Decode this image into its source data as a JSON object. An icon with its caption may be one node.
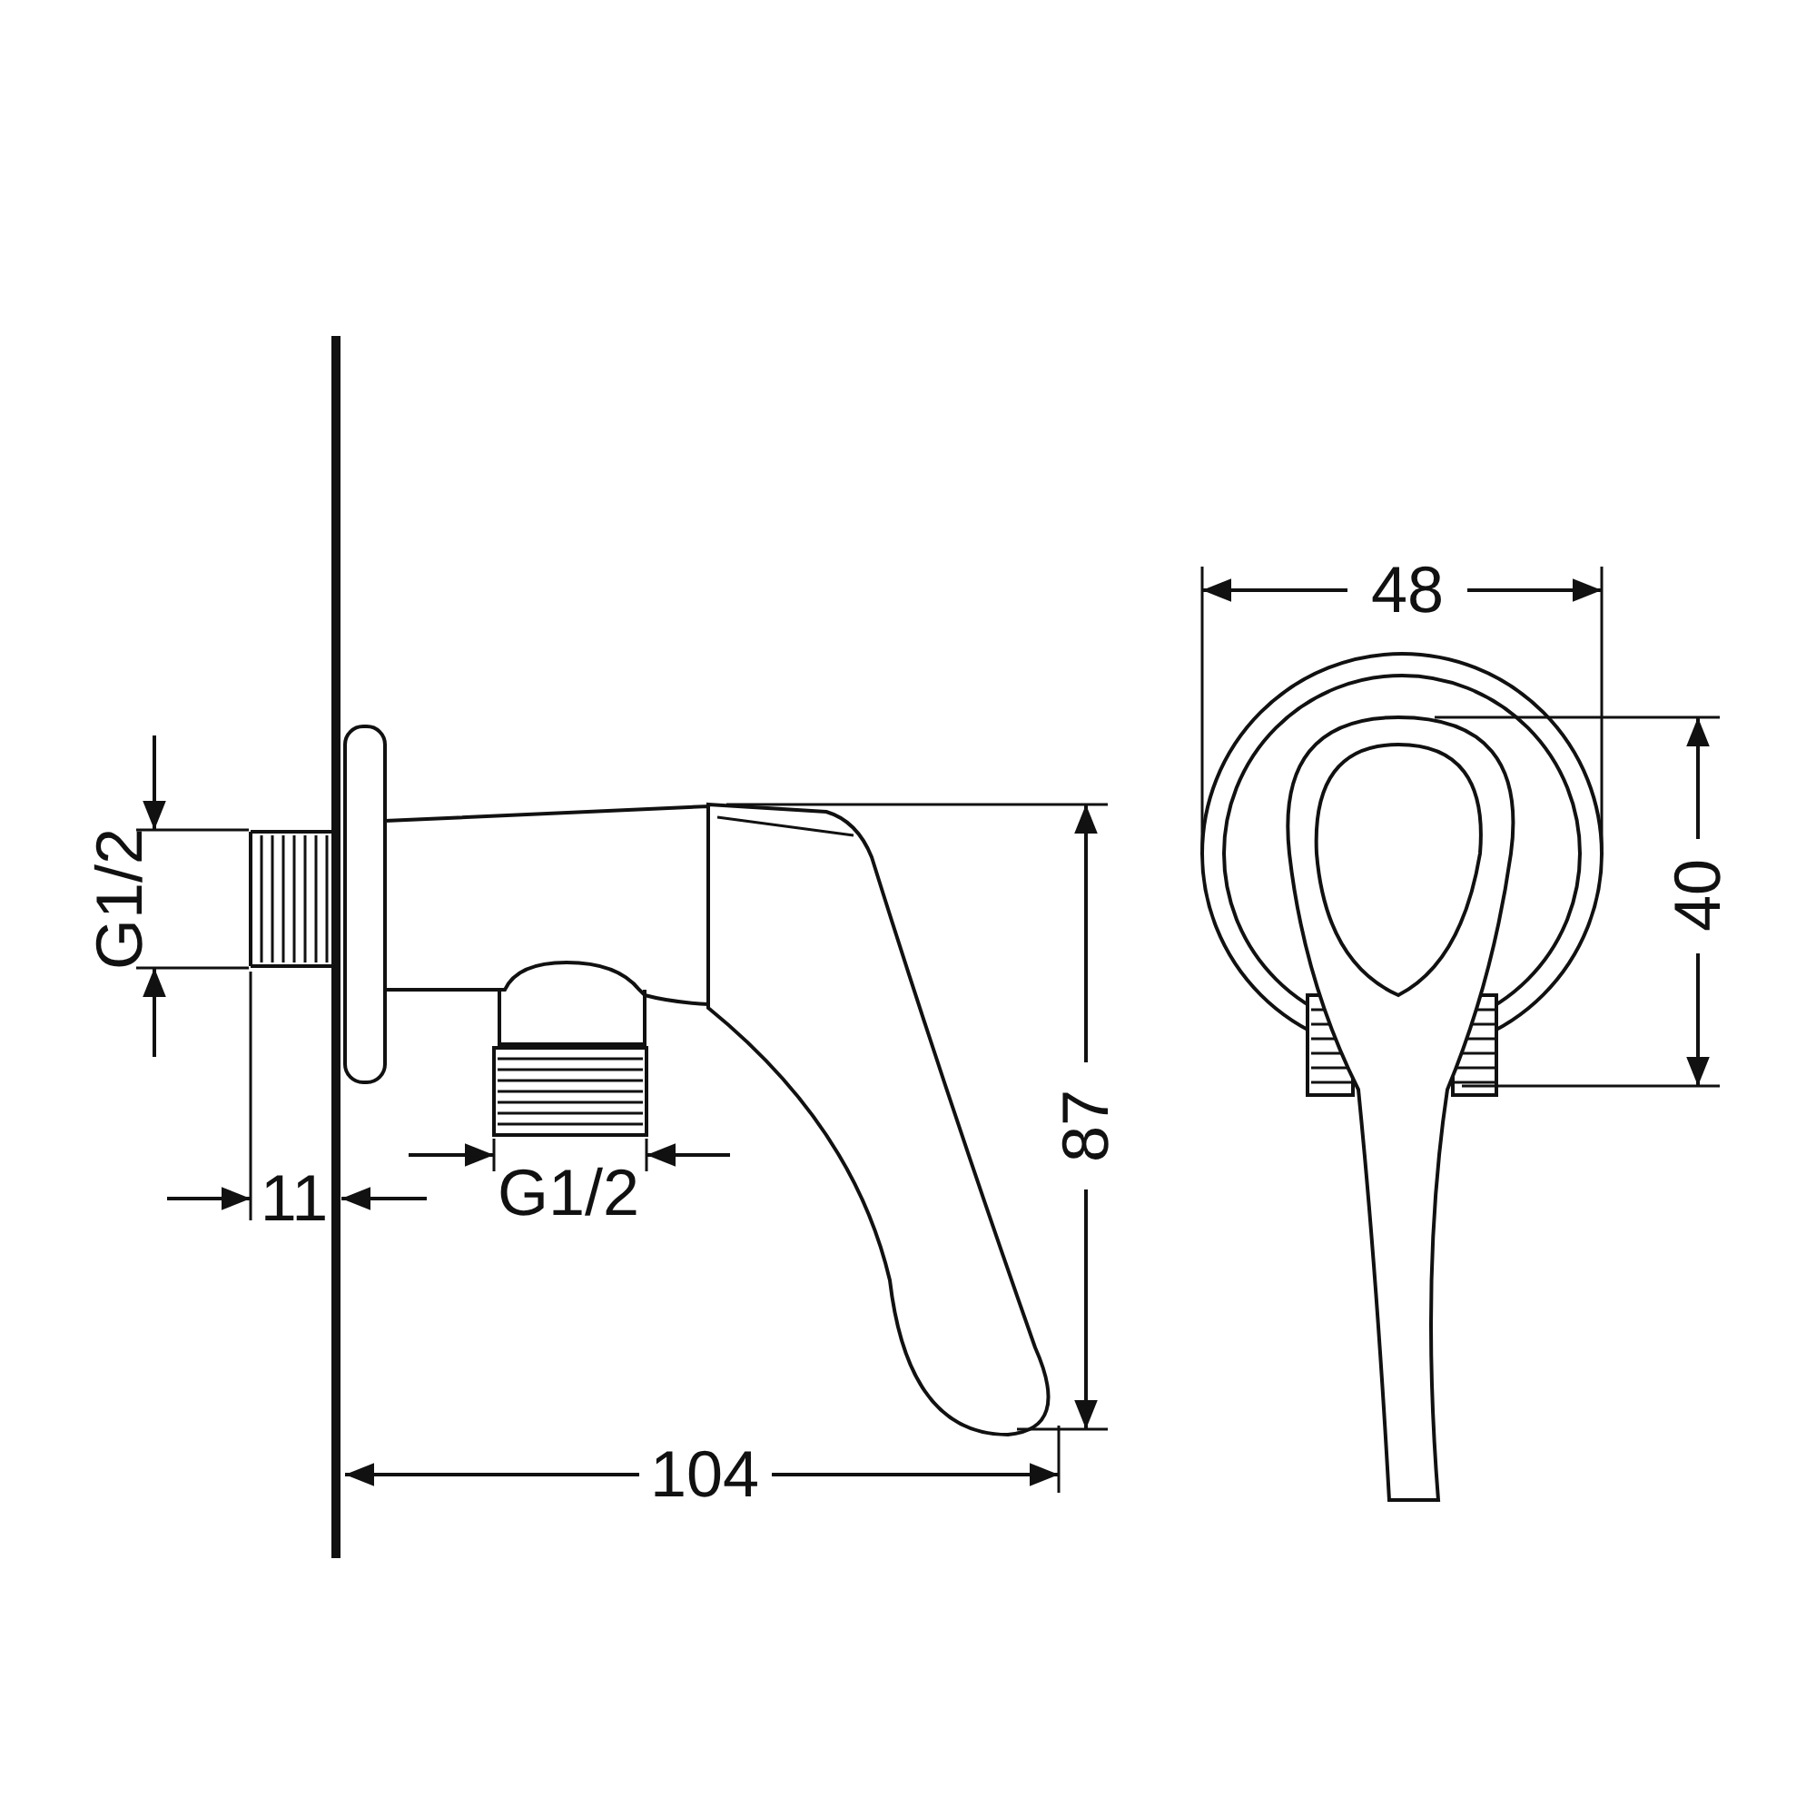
{
  "diagram": {
    "labels": [
      "G1/2",
      "11",
      "G1/2",
      "104",
      "87",
      "48",
      "40"
    ]
  }
}
